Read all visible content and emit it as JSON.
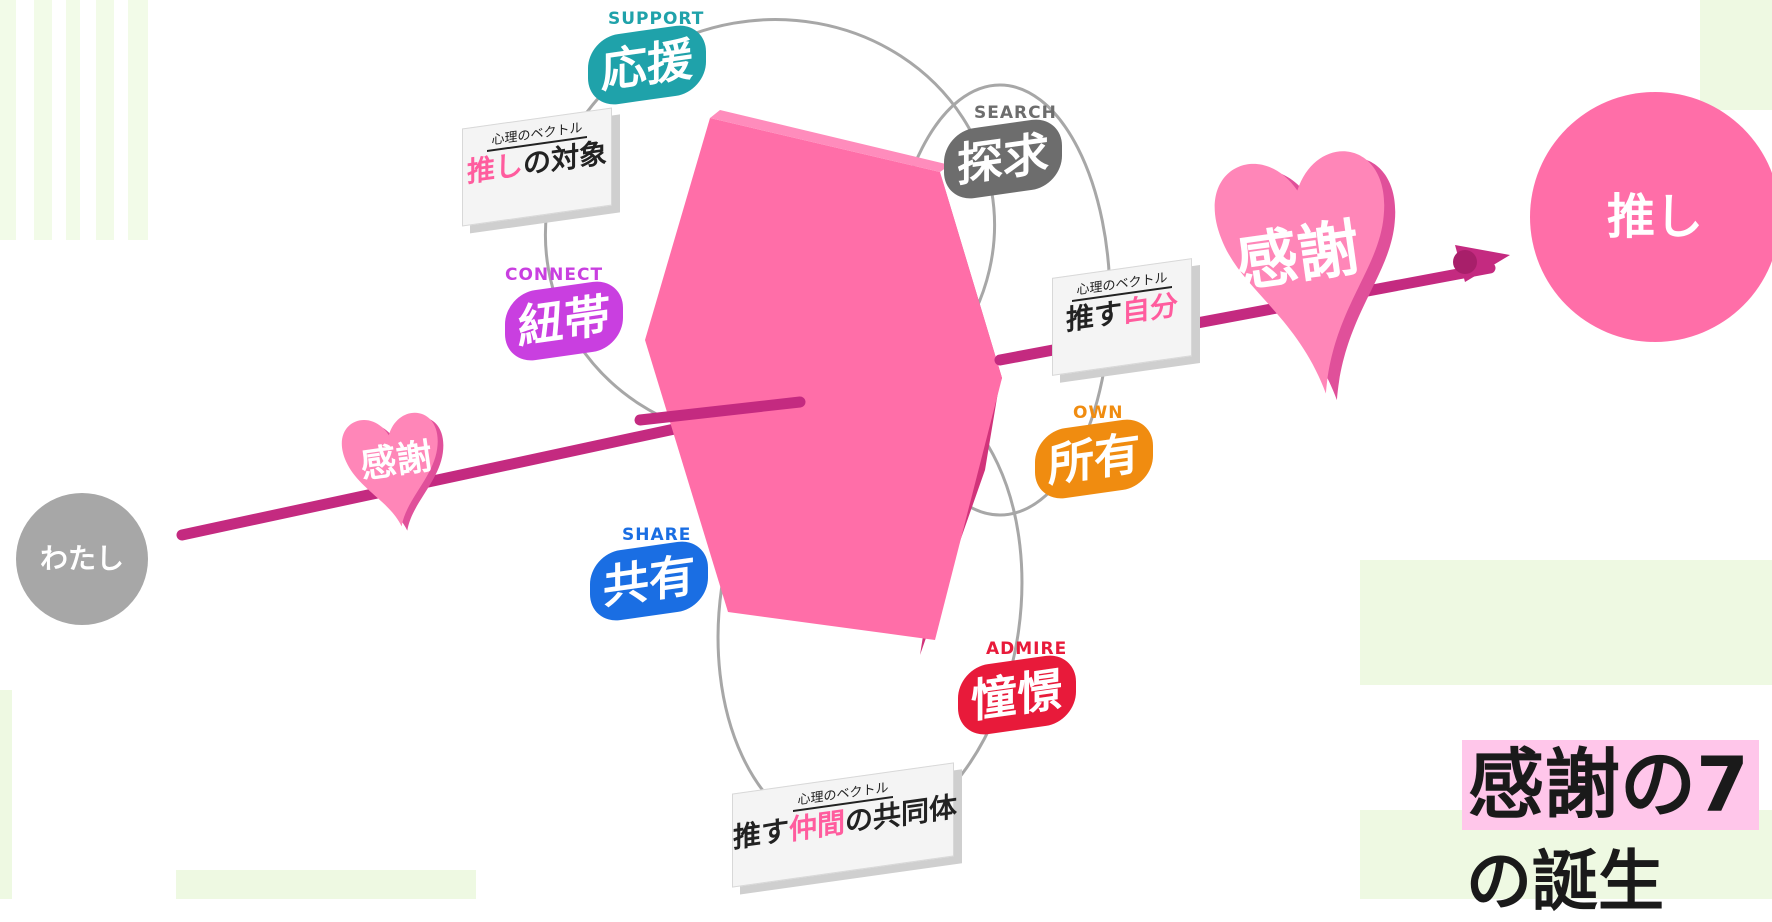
{
  "colors": {
    "pink": "#ff6ea8",
    "pink_dark": "#d1337a",
    "arrow": "#c42a80",
    "gray": "#a7a7a7",
    "teal": "#1fa2aa",
    "darkgray": "#6d6d6d",
    "purple": "#c93fe0",
    "orange": "#f08c10",
    "blue": "#1a6ee3",
    "red": "#e81a3a",
    "green_tint": "#eaf7dc"
  },
  "nodes": {
    "self": "わたし",
    "target": "推し"
  },
  "hearts": {
    "small": "感謝",
    "large": "感謝"
  },
  "bubbles": [
    {
      "id": "support",
      "tag": "SUPPORT",
      "label": "応援",
      "color": "#1fa2aa"
    },
    {
      "id": "search",
      "tag": "SEARCH",
      "label": "探求",
      "color": "#6d6d6d"
    },
    {
      "id": "connect",
      "tag": "CONNECT",
      "label": "紐帯",
      "color": "#c93fe0"
    },
    {
      "id": "own",
      "tag": "OWN",
      "label": "所有",
      "color": "#f08c10"
    },
    {
      "id": "share",
      "tag": "SHARE",
      "label": "共有",
      "color": "#1a6ee3"
    },
    {
      "id": "admire",
      "tag": "ADMIRE",
      "label": "憧憬",
      "color": "#e81a3a"
    }
  ],
  "cards": {
    "caption": "心理のベクトル",
    "object": {
      "highlight": "推し",
      "rest": "の対象"
    },
    "self": {
      "lead": "推す",
      "highlight": "自分"
    },
    "community": {
      "lead": "推す",
      "highlight": "仲間",
      "rest": "の共同体"
    }
  },
  "heading": {
    "line1": "感謝の7",
    "line2": "の誕生"
  }
}
